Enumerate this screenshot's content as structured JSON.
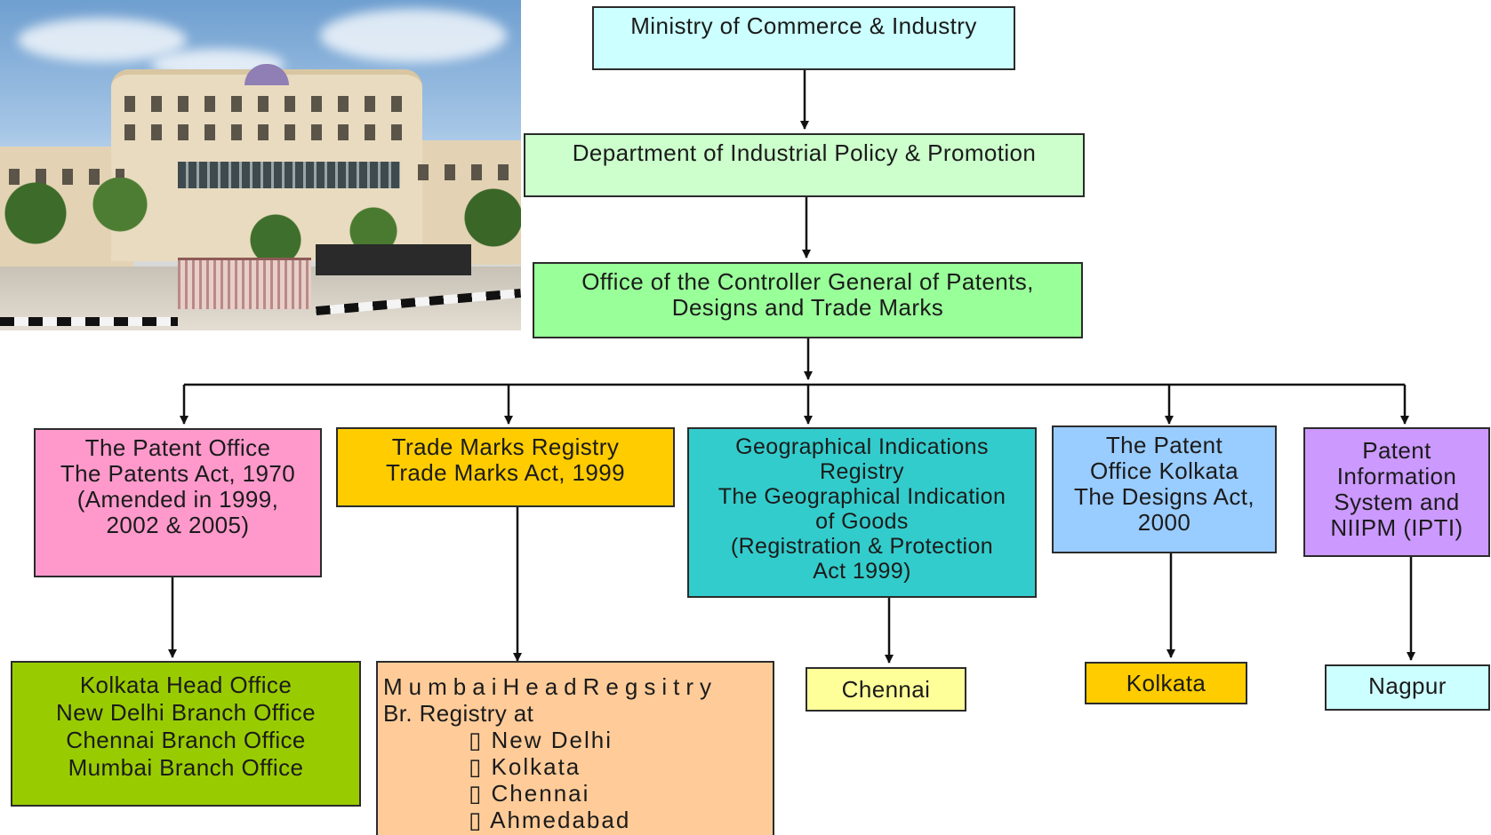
{
  "colors": {
    "ministry": "#ccffff",
    "dipp": "#ccffcc",
    "cgpdtm": "#99ff99",
    "patent_office": "#ff99cc",
    "trade_marks": "#ffcc00",
    "gi_registry": "#33cccc",
    "patent_kolkata": "#99ccff",
    "pis_niipm": "#cc99ff",
    "patent_offices_list": "#99cc00",
    "tm_registry_list": "#ffcc99",
    "chennai": "#ffff99",
    "kolkata": "#ffcc00",
    "nagpur": "#ccffff"
  },
  "photo": {
    "icon": "office-building-photo"
  },
  "nodes": {
    "ministry": {
      "lines": [
        "Ministry of Commerce & Industry"
      ]
    },
    "dipp": {
      "lines": [
        "Department of Industrial Policy & Promotion"
      ]
    },
    "cgpdtm": {
      "lines": [
        "Office of the Controller General of Patents,",
        "Designs and Trade Marks"
      ]
    },
    "patent_office": {
      "lines": [
        "The Patent Office",
        "The Patents Act, 1970",
        "(Amended in 1999,",
        "2002 & 2005)"
      ]
    },
    "trade_marks": {
      "lines": [
        "Trade Marks Registry",
        "Trade Marks Act, 1999"
      ]
    },
    "gi_registry": {
      "lines": [
        "Geographical Indications",
        "Registry",
        "The Geographical Indication",
        "of Goods",
        "(Registration & Protection",
        "Act 1999)"
      ]
    },
    "patent_kolkata": {
      "lines": [
        "The Patent",
        "Office Kolkata",
        "The Designs Act,",
        "2000"
      ]
    },
    "pis_niipm": {
      "lines": [
        "Patent",
        "Information",
        "System and",
        "NIIPM (IPTI)"
      ]
    },
    "patent_offices_list": {
      "lines": [
        "Kolkata Head Office",
        "New Delhi Branch Office",
        "Chennai Branch Office",
        "Mumbai Branch Office"
      ]
    },
    "tm_registry_list": {
      "title": "MumbaiHeadRegsitry",
      "subtitle": "Br. Registry at",
      "items": [
        "▯ New Delhi",
        "▯ Kolkata",
        "▯ Chennai",
        "▯ Ahmedabad"
      ]
    },
    "chennai": {
      "lines": [
        "Chennai"
      ]
    },
    "kolkata": {
      "lines": [
        "Kolkata"
      ]
    },
    "nagpur": {
      "lines": [
        "Nagpur"
      ]
    }
  }
}
